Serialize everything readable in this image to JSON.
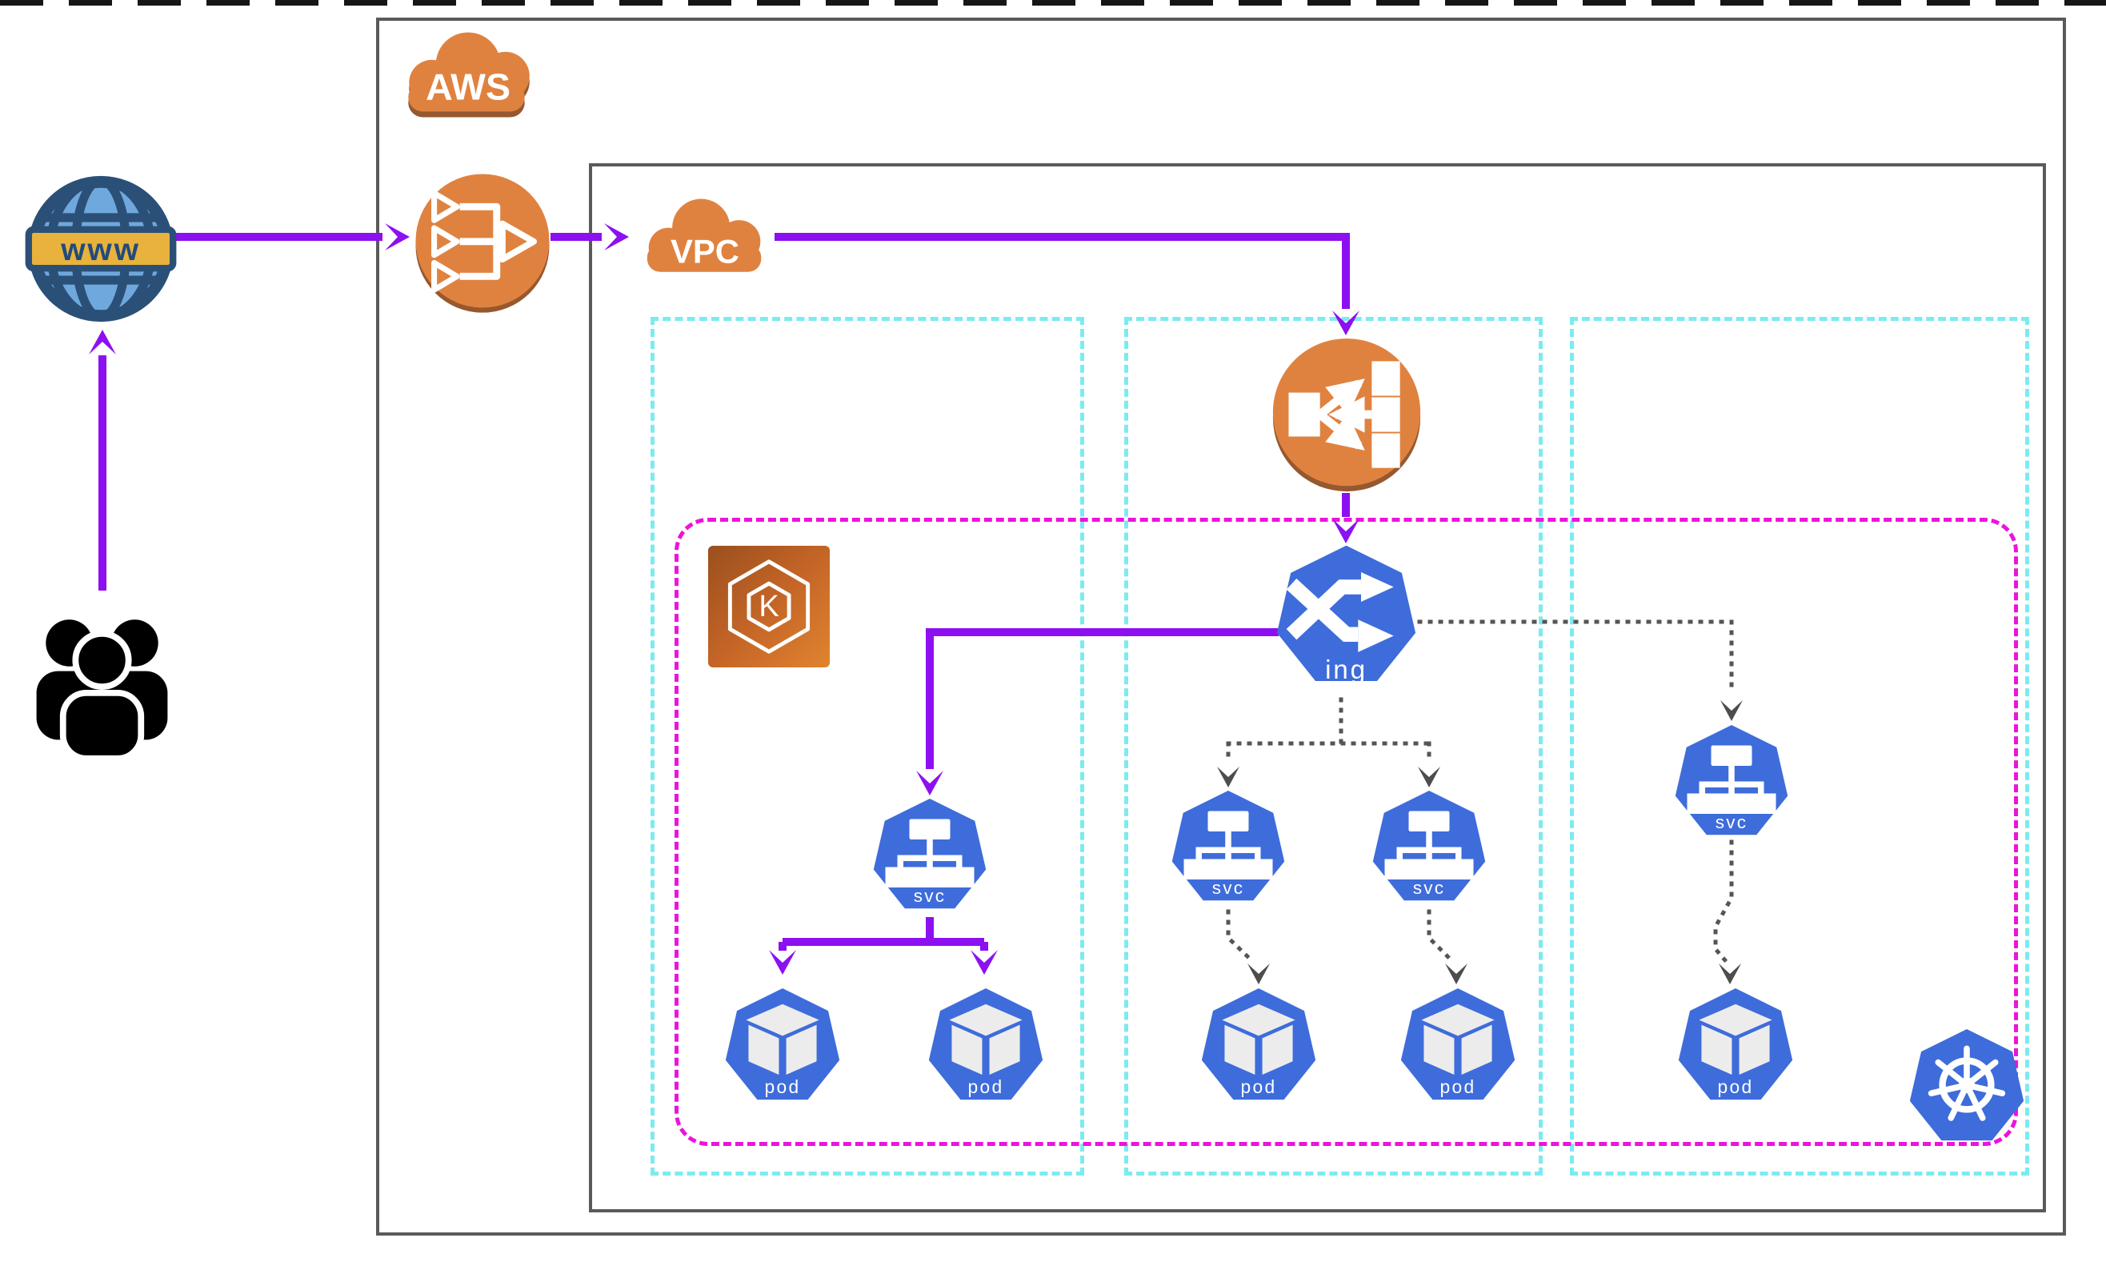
{
  "labels": {
    "internet": "www",
    "aws": "AWS",
    "vpc": "VPC",
    "eks_letter": "K",
    "ingress": "ing",
    "service": "svc",
    "pod": "pod"
  },
  "icons": {
    "internet": "globe-www-icon",
    "users": "users-group-icon",
    "aws": "aws-cloud-icon",
    "gateway": "merge-arrows-gateway-icon",
    "vpc": "vpc-cloud-icon",
    "load_balancer": "elastic-load-balancer-icon",
    "eks": "eks-hexagon-icon",
    "ingress": "k8s-ingress-icon",
    "service": "k8s-service-icon",
    "pod": "k8s-pod-icon",
    "kubernetes": "kubernetes-helm-wheel-icon"
  },
  "colors": {
    "arrow_purple": "#8d10f0",
    "aws_orange": "#e0823f",
    "aws_orange_shadow": "#96582f",
    "kubernetes_blue": "#3e6cdb",
    "subnet_dash_cyan": "#7cebf0",
    "cluster_dash_magenta": "#ec13db",
    "box_border_gray": "#5a5a5a",
    "dotted_line_gray": "#555555",
    "globe_navy": "#2b5078",
    "globe_light_blue": "#6fa8dc",
    "banner_yellow": "#e8b23d"
  }
}
